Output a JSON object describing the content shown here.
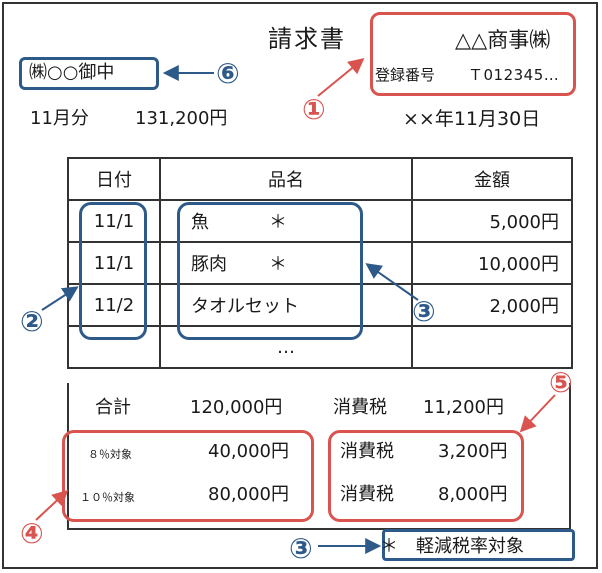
{
  "header": {
    "title": "請求書",
    "issuer_name": "△△商事㈱",
    "registration_label": "登録番号",
    "registration_value": "Ｔ012345…",
    "recipient": "㈱○○御中",
    "period": "11月分",
    "amount": "131,200円",
    "date": "××年11月30日"
  },
  "table": {
    "headers": [
      "日付",
      "品名",
      "金額"
    ],
    "rows": [
      {
        "date": "11/1",
        "item": "魚",
        "mark": "＊",
        "price": "5,000円"
      },
      {
        "date": "11/1",
        "item": "豚肉",
        "mark": "＊",
        "price": "10,000円"
      },
      {
        "date": "11/2",
        "item": "タオルセット",
        "mark": "",
        "price": "2,000円"
      }
    ],
    "ellipsis": "…"
  },
  "summary": {
    "total_label": "合計",
    "total_value": "120,000円",
    "tax_label": "消費税",
    "tax_value": "11,200円",
    "rate8_label": "８％対象",
    "rate8_value": "40,000円",
    "rate10_label": "１０％対象",
    "rate10_value": "80,000円",
    "tax8_label": "消費税",
    "tax8_value": "3,200円",
    "tax10_label": "消費税",
    "tax10_value": "8,000円"
  },
  "legend": {
    "reduced_note": "＊　軽減税率対象"
  },
  "annotations": {
    "n1": "①",
    "n2": "②",
    "n3": "③",
    "n3b": "③",
    "n4": "④",
    "n5": "⑤",
    "n6": "⑥"
  },
  "colors": {
    "red": "#d9534f",
    "blue": "#2e5a8a",
    "border": "#333333"
  }
}
